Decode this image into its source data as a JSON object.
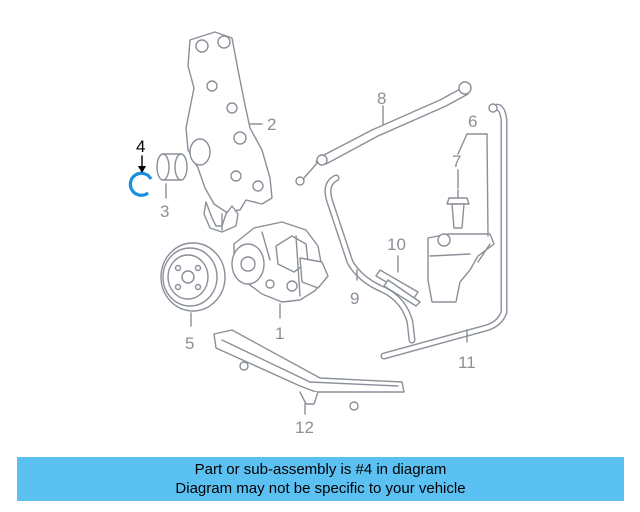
{
  "callouts": {
    "c1": "1",
    "c2": "2",
    "c3": "3",
    "c4": "4",
    "c5": "5",
    "c6": "6",
    "c7": "7",
    "c8": "8",
    "c9": "9",
    "c10": "10",
    "c11": "11",
    "c12": "12"
  },
  "highlight_part": "4",
  "colors": {
    "highlight": "#1a8fe0",
    "banner": "#5bc1f3",
    "line_art": "#8a8f98"
  },
  "banner": {
    "line1": "Part or sub-assembly is #4 in diagram",
    "line2": "Diagram may not be specific to your vehicle"
  }
}
